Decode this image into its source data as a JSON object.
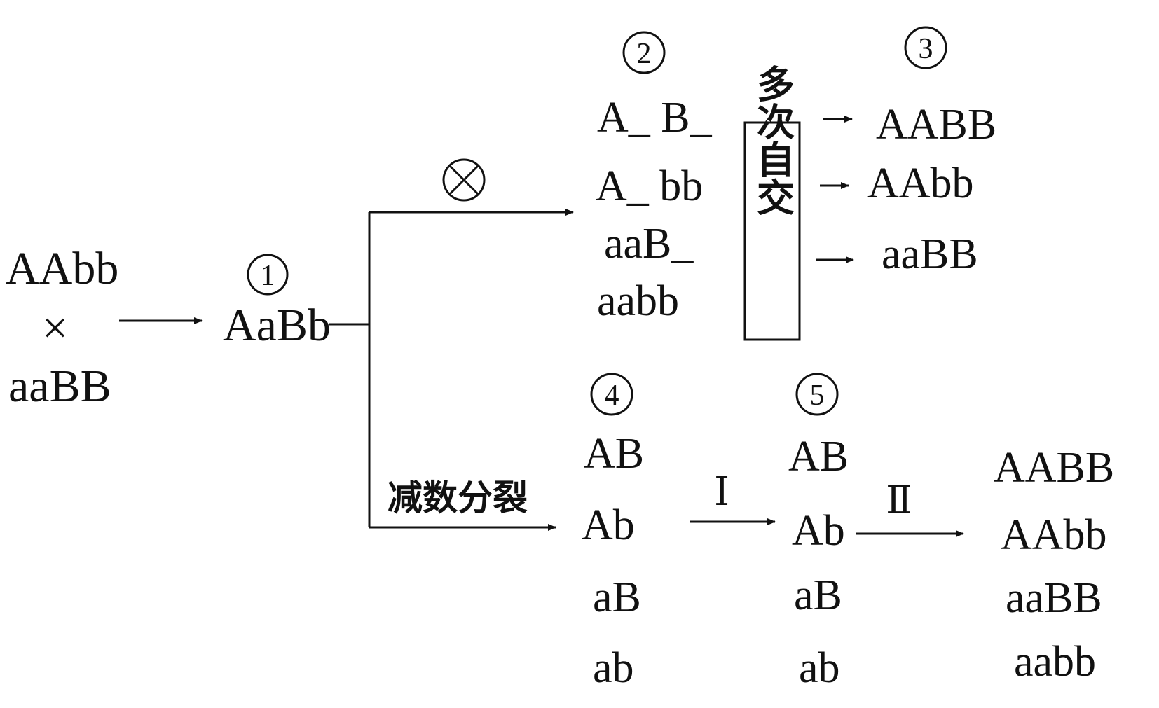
{
  "parents": {
    "p1": "AAbb",
    "cross": "×",
    "p2": "aaBB"
  },
  "f1": {
    "marker": "1",
    "genotype": "AaBb"
  },
  "selfing_symbol": "⊗",
  "selfing_branch": {
    "marker": "2",
    "classes": [
      "A_ B_",
      "A_ bb",
      "aaB_",
      "aabb"
    ],
    "process_box": "多次自交",
    "result_marker": "3",
    "results": [
      "AABB",
      "AAbb",
      "aaBB"
    ]
  },
  "meiosis_branch": {
    "label": "减数分裂",
    "marker": "4",
    "gametes": [
      "AB",
      "Ab",
      "aB",
      "ab"
    ],
    "step1_label": "Ⅰ",
    "marker2": "5",
    "haploids": [
      "AB",
      "Ab",
      "aB",
      "ab"
    ],
    "step2_label": "Ⅱ",
    "results": [
      "AABB",
      "AAbb",
      "aaBB",
      "aabb"
    ]
  }
}
